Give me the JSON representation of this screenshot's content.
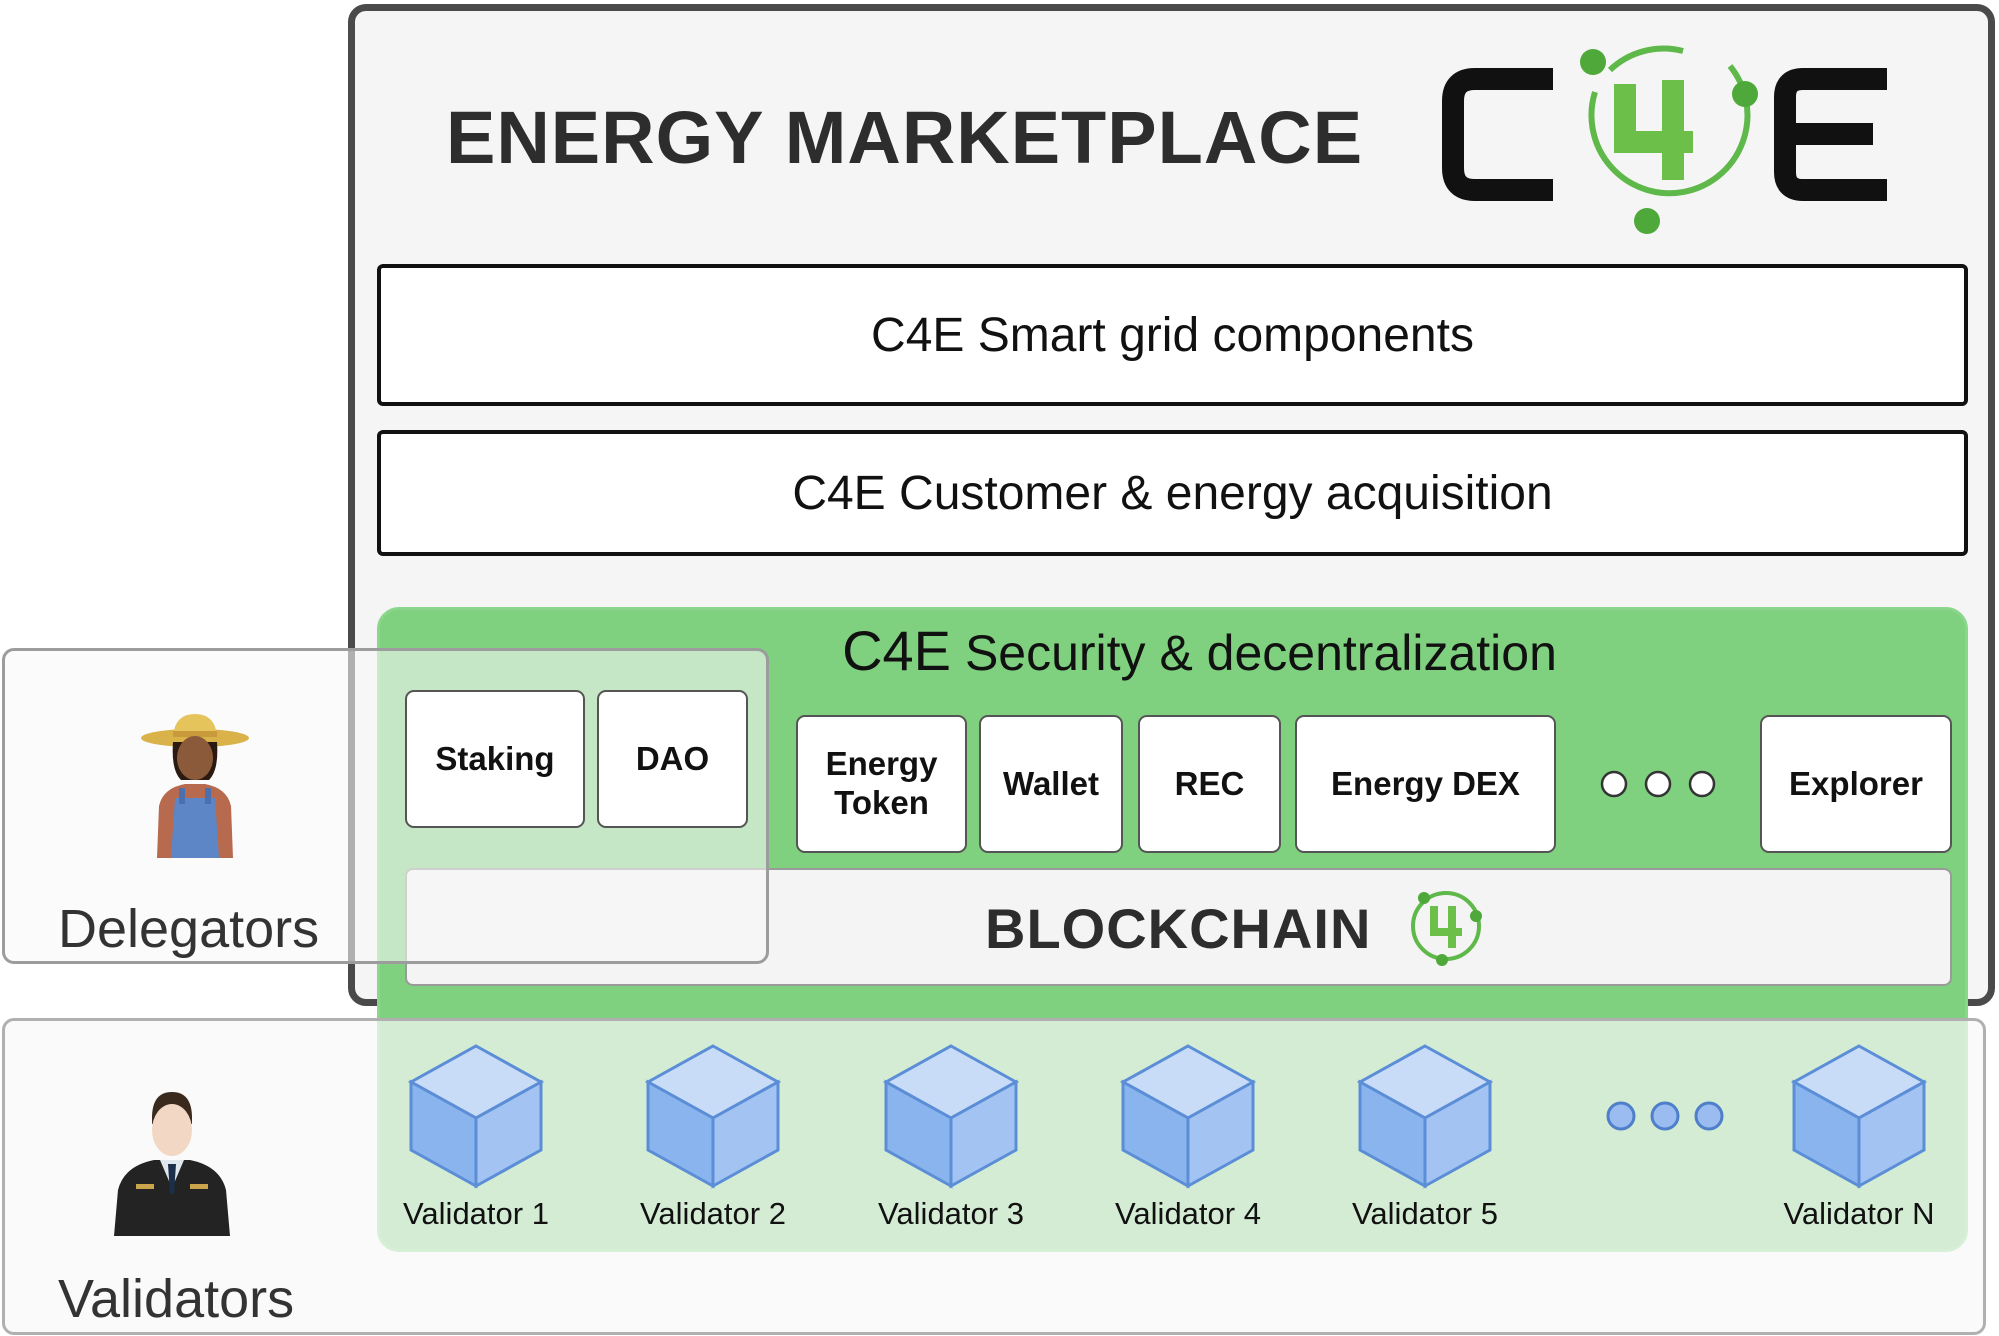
{
  "marketplace": {
    "title": "ENERGY MARKETPLACE",
    "logo_text": "C4E"
  },
  "layers": {
    "smart_grid": "C4E Smart grid components",
    "customer": "C4E Customer & energy acquisition"
  },
  "security": {
    "brand": "C4E",
    "title": "Security & decentralization",
    "modules": {
      "staking": "Staking",
      "dao": "DAO",
      "energy_token_line1": "Energy",
      "energy_token_line2": "Token",
      "wallet": "Wallet",
      "rec": "REC",
      "energy_dex": "Energy DEX",
      "explorer": "Explorer"
    },
    "blockchain": "BLOCKCHAIN"
  },
  "roles": {
    "delegators": "Delegators",
    "validators": "Validators"
  },
  "validators": {
    "v1": "Validator 1",
    "v2": "Validator 2",
    "v3": "Validator 3",
    "v4": "Validator 4",
    "v5": "Validator 5",
    "vn": "Validator N"
  },
  "colors": {
    "green_area": "#7fd07f",
    "logo_green": "#5fb84a",
    "logo_dark": "#111111",
    "cube_blue": "#8ab4ee",
    "frame_gray": "#4a4a4a"
  }
}
